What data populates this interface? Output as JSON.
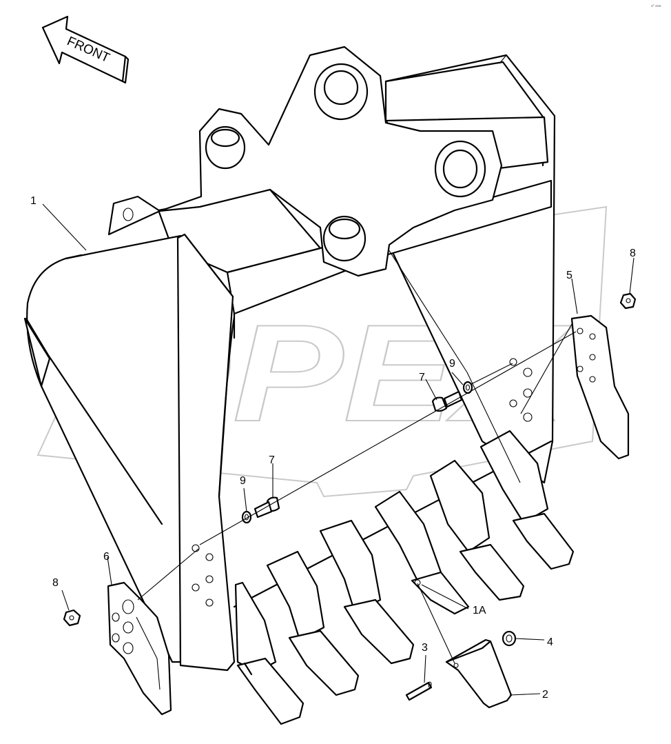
{
  "direction_label": "FRONT",
  "watermark": "OPEX",
  "corner_mark": "a° aaa",
  "callouts": [
    {
      "id": "c1",
      "label": "1"
    },
    {
      "id": "c1a",
      "label": "1A"
    },
    {
      "id": "c2",
      "label": "2"
    },
    {
      "id": "c3",
      "label": "3"
    },
    {
      "id": "c4",
      "label": "4"
    },
    {
      "id": "c5",
      "label": "5"
    },
    {
      "id": "c6",
      "label": "6"
    },
    {
      "id": "c7a",
      "label": "7"
    },
    {
      "id": "c7b",
      "label": "7"
    },
    {
      "id": "c8a",
      "label": "8"
    },
    {
      "id": "c8b",
      "label": "8"
    },
    {
      "id": "c9a",
      "label": "9"
    },
    {
      "id": "c9b",
      "label": "9"
    }
  ]
}
